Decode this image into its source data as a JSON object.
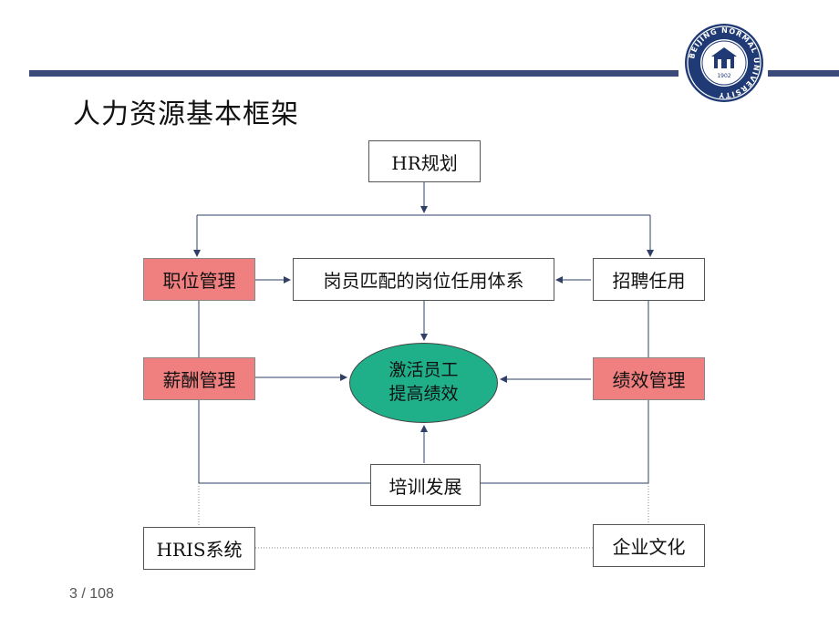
{
  "slide": {
    "title": "人力资源基本框架",
    "page_number": "3 / 108"
  },
  "logo": {
    "ring_text": "BEIJING NORMAL UNIVERSITY",
    "year": "1902",
    "colors": {
      "ring": "#1f3a74",
      "inner": "#ffffff"
    }
  },
  "diagram": {
    "nodes": {
      "hr_planning": "HR规划",
      "position_mgmt": "职位管理",
      "job_matching": "岗员匹配的岗位任用体系",
      "recruitment": "招聘任用",
      "compensation": "薪酬管理",
      "center_line1": "激活员工",
      "center_line2": "提高绩效",
      "performance": "绩效管理",
      "training": "培训发展",
      "hris": "HRIS系统",
      "culture": "企业文化"
    },
    "colors": {
      "highlight": "#f08080",
      "center": "#1fb08a",
      "bar": "#3b4a78",
      "line": "#2f3f66"
    }
  }
}
